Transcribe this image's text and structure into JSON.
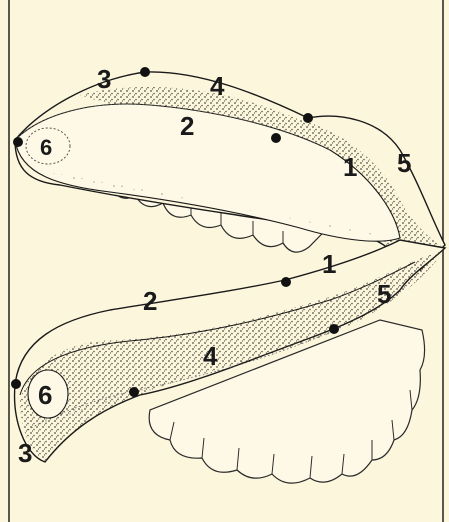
{
  "colors": {
    "background": "#fbf6dc",
    "ink": "#1a1a1a",
    "shade": "#6b6456"
  },
  "labels": {
    "upper": {
      "n3": "3",
      "n4": "4",
      "n2": "2",
      "n1": "1",
      "n5": "5",
      "n6": "6"
    },
    "lower": {
      "n1": "1",
      "n2": "2",
      "n5": "5",
      "n4": "4",
      "n6": "6",
      "n3": "3"
    }
  }
}
